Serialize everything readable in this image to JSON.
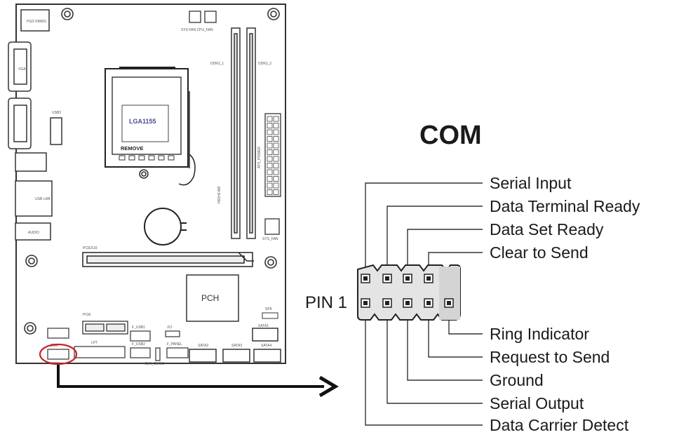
{
  "motherboard": {
    "cpu_socket_label": "LGA1155",
    "remove_label": "REMOVE",
    "pch_label": "PCH",
    "model_label": "H61H2-M8",
    "small_labels": {
      "top_left_port": "PS/2 KB/MS",
      "vga": "VGA",
      "usb_top": "USB3",
      "usb_lan": "USB LAN",
      "audio": "AUDIO",
      "cpu_fan": "SYS FAN  CPU_FAN",
      "ddr1": "DDR3_1",
      "ddr2": "DDR3_2",
      "atx_power": "ATX_POWER",
      "sys_fan": "SYS_FAN",
      "pciex16": "PCIEX16",
      "pci": "PCIE",
      "spk": "SPK",
      "sata1": "SATA1",
      "sata2": "SATA2",
      "sata3": "SATA3",
      "sata4": "SATA4",
      "f_usb1": "F_USB1",
      "f_usb2": "F_USB2",
      "jci": "JCI",
      "f_panel": "F_PANEL",
      "lpt": "LPT",
      "com_header": "COM",
      "jbat": "JBAT",
      "clr_cmos": "CLR_CMOS"
    }
  },
  "com_diagram": {
    "title": "COM",
    "pin1_label": "PIN 1",
    "top_row_labels": [
      "Serial Input",
      "Data Terminal Ready",
      "Data Set Ready",
      "Clear to Send"
    ],
    "bottom_row_labels": [
      "Ring Indicator",
      "Request to Send",
      "Ground",
      "Serial Output",
      "Data Carrier Detect"
    ]
  }
}
